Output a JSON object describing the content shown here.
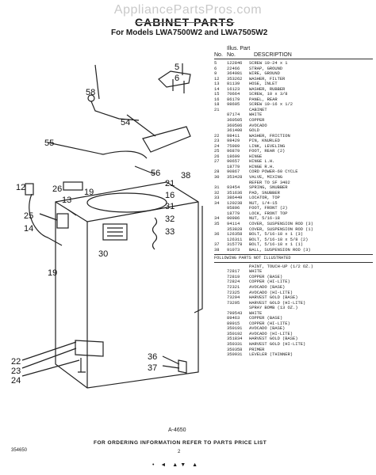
{
  "watermark": "AppliancePartsPros.com",
  "title": "CABINET PARTS",
  "subtitle": "For Models LWA7500W2 and LWA7505W2",
  "table_header": {
    "top": "Illus. Part",
    "no": "No.",
    "part_no": "No.",
    "description": "DESCRIPTION"
  },
  "parts": [
    {
      "illus": "5",
      "part": "122846",
      "desc": "SCREW 10-24 x 1"
    },
    {
      "illus": "6",
      "part": "22466",
      "desc": "STRAP, GROUND"
    },
    {
      "illus": "9",
      "part": "364081",
      "desc": "WIRE, GROUND"
    },
    {
      "illus": "12",
      "part": "353262",
      "desc": "WASHER, FILTER"
    },
    {
      "illus": "13",
      "part": "81139",
      "desc": "HOSE, INLET"
    },
    {
      "illus": "14",
      "part": "16123",
      "desc": "WASHER, RUBBER"
    },
    {
      "illus": "15",
      "part": "70664",
      "desc": "SCREW, 10 x 3/8"
    },
    {
      "illus": "16",
      "part": "86179",
      "desc": "PANEL, REAR"
    },
    {
      "illus": "18",
      "part": "98605",
      "desc": "SCREW 10-16 x 1/2"
    },
    {
      "illus": "21",
      "part": "",
      "desc": "CABINET"
    },
    {
      "illus": "",
      "part": "87174",
      "desc": "WHITE"
    },
    {
      "illus": "",
      "part": "360505",
      "desc": "COPPER"
    },
    {
      "illus": "",
      "part": "360506",
      "desc": "AVOCADO"
    },
    {
      "illus": "",
      "part": "361400",
      "desc": "GOLD"
    },
    {
      "illus": "22",
      "part": "98411",
      "desc": "WASHER, FRICTION"
    },
    {
      "illus": "23",
      "part": "98429",
      "desc": "PIN, KNURLED"
    },
    {
      "illus": "24",
      "part": "75989",
      "desc": "LINK, LEVELING"
    },
    {
      "illus": "25",
      "part": "96879",
      "desc": "FOOT, REAR (2)"
    },
    {
      "illus": "26",
      "part": "18699",
      "desc": "HINGE"
    },
    {
      "illus": "27",
      "part": "90657",
      "desc": "HINGE L.H."
    },
    {
      "illus": "",
      "part": "18779",
      "desc": "HINGE R.H."
    },
    {
      "illus": "28",
      "part": "90867",
      "desc": "CORD POWER-60 CYCLE"
    },
    {
      "illus": "30",
      "part": "353428",
      "desc": "VALVE, MIXING"
    },
    {
      "illus": "",
      "part": "",
      "desc": "REFER TO SF 3402"
    },
    {
      "illus": "31",
      "part": "93454",
      "desc": "SPRING, SNUBBER"
    },
    {
      "illus": "32",
      "part": "351636",
      "desc": "PAD, SNUBBER"
    },
    {
      "illus": "33",
      "part": "386449",
      "desc": "LOCATOR, TOP"
    },
    {
      "illus": "34",
      "part": "120238",
      "desc": "NUT, 1/4-15"
    },
    {
      "illus": "",
      "part": "95896",
      "desc": "FOOT, FRONT (2)"
    },
    {
      "illus": "",
      "part": "18779",
      "desc": "LOCK, FRONT TOP"
    },
    {
      "illus": "34",
      "part": "90986",
      "desc": "NUT, 5/16-18"
    },
    {
      "illus": "35",
      "part": "94114",
      "desc": "COVER, SUSPENSION ROD (3)"
    },
    {
      "illus": "",
      "part": "353828",
      "desc": "COVER, SUSPENSION ROD (1)"
    },
    {
      "illus": "36",
      "part": "126358",
      "desc": "BOLT, 5/16-18 x 1 (3)"
    },
    {
      "illus": "",
      "part": "126311",
      "desc": "BOLT, 5/16-18 x 5/8 (2)"
    },
    {
      "illus": "37",
      "part": "315778",
      "desc": "BOLT, 5/16-18 x 1 (1)"
    },
    {
      "illus": "38",
      "part": "91073",
      "desc": "BALL, SUSPENSION ROD (3)"
    }
  ],
  "following_note": "FOLLOWING PARTS NOT ILLUSTRATED",
  "not_illustrated": [
    {
      "illus": "",
      "part": "",
      "desc": "PAINT, TOUCH-UP (1/2 OZ.)"
    },
    {
      "illus": "",
      "part": "72817",
      "desc": "WHITE"
    },
    {
      "illus": "",
      "part": "72819",
      "desc": "COPPER (BASE)"
    },
    {
      "illus": "",
      "part": "72824",
      "desc": "COPPER (HI-LITE)"
    },
    {
      "illus": "",
      "part": "72321",
      "desc": "AVOCADO (BASE)"
    },
    {
      "illus": "",
      "part": "72325",
      "desc": "AVOCADO (HI-LITE)"
    },
    {
      "illus": "",
      "part": "73294",
      "desc": "HARVEST GOLD (BASE)"
    },
    {
      "illus": "",
      "part": "73295",
      "desc": "HARVEST GOLD (HI-LITE)"
    },
    {
      "illus": "",
      "part": "",
      "desc": "SPRAY BOMB (13 OZ.)"
    },
    {
      "illus": "",
      "part": "799543",
      "desc": "WHITE"
    },
    {
      "illus": "",
      "part": "89463",
      "desc": "COPPER (BASE)"
    },
    {
      "illus": "",
      "part": "89915",
      "desc": "COPPER (HI-LITE)"
    },
    {
      "illus": "",
      "part": "350191",
      "desc": "AVOCADO (BASE)"
    },
    {
      "illus": "",
      "part": "350192",
      "desc": "AVOCADO (HI-LITE)"
    },
    {
      "illus": "",
      "part": "351834",
      "desc": "HARVEST GOLD (BASE)"
    },
    {
      "illus": "",
      "part": "350331",
      "desc": "HARVEST GOLD (HI-LITE)"
    },
    {
      "illus": "",
      "part": "350358",
      "desc": "PRIMER"
    },
    {
      "illus": "",
      "part": "350931",
      "desc": "LEVELER (THINNER)"
    }
  ],
  "callouts": {
    "c5": "5",
    "c6": "6",
    "c58": "58",
    "c54": "54",
    "c55": "55",
    "c12": "12",
    "c26": "26",
    "c13": "13",
    "c19a": "19",
    "c56": "56",
    "c21": "21",
    "c38": "38",
    "c16": "16",
    "c31": "31",
    "c32": "32",
    "c33": "33",
    "c25": "25",
    "c14": "14",
    "c30": "30",
    "c19b": "19",
    "c22": "22",
    "c23": "23",
    "c24": "24",
    "c36": "36",
    "c37": "37"
  },
  "figure_label": "A-4650",
  "footer": "FOR ORDERING INFORMATION REFER TO PARTS PRICE LIST",
  "doc_number": "354650",
  "page_number": "2",
  "bottom_marks": "• ◄ ▲▼ ▲"
}
